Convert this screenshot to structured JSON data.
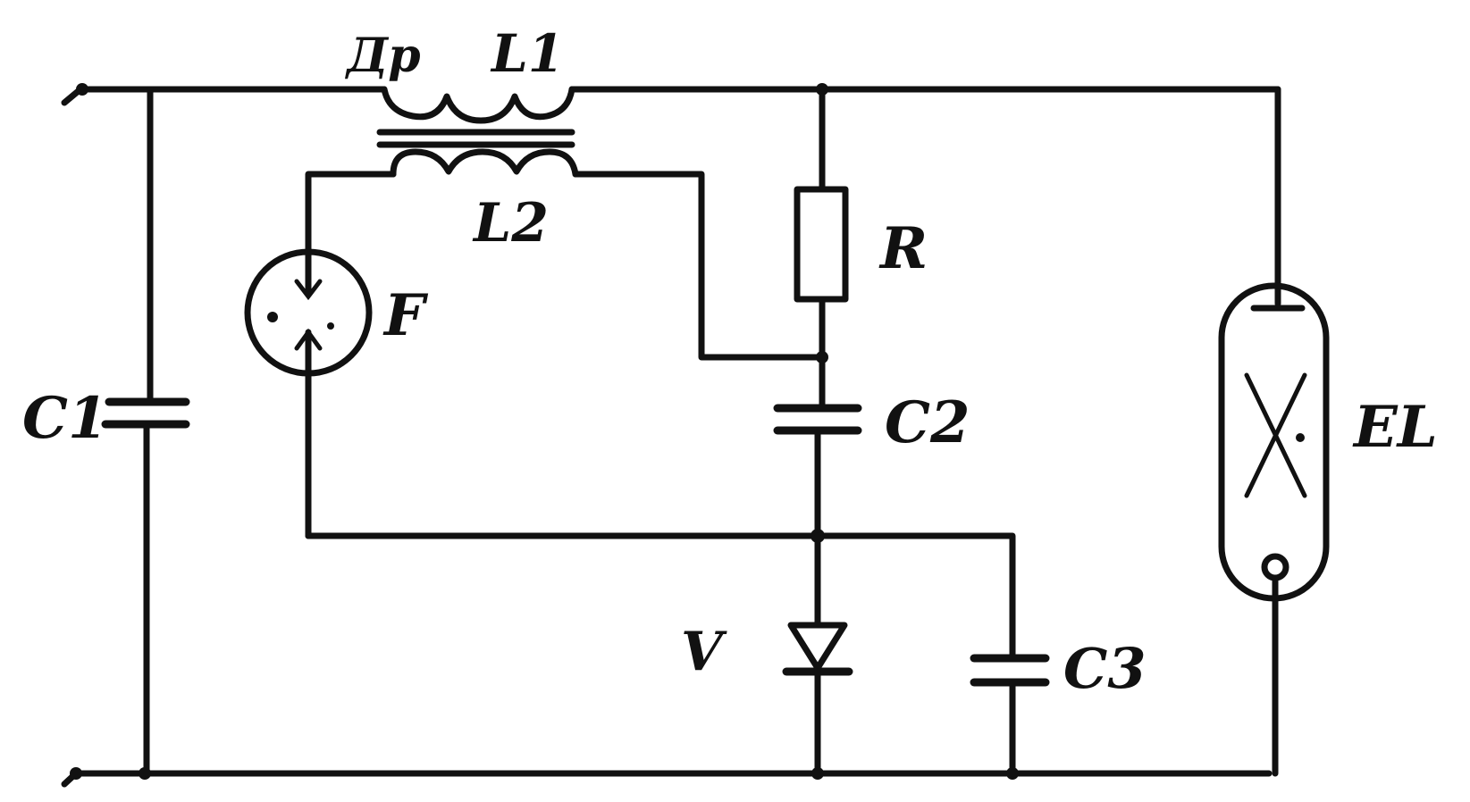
{
  "diagram": {
    "type": "circuit schematic",
    "colors": {
      "ink": "#111111",
      "background": "#ffffff"
    },
    "labels": {
      "choke": "Др",
      "winding1": "L1",
      "winding2": "L2",
      "resistor": "R",
      "spark_gap": "F",
      "cap1": "C1",
      "cap2": "C2",
      "cap3": "C3",
      "diode": "V",
      "lamp": "EL"
    }
  }
}
